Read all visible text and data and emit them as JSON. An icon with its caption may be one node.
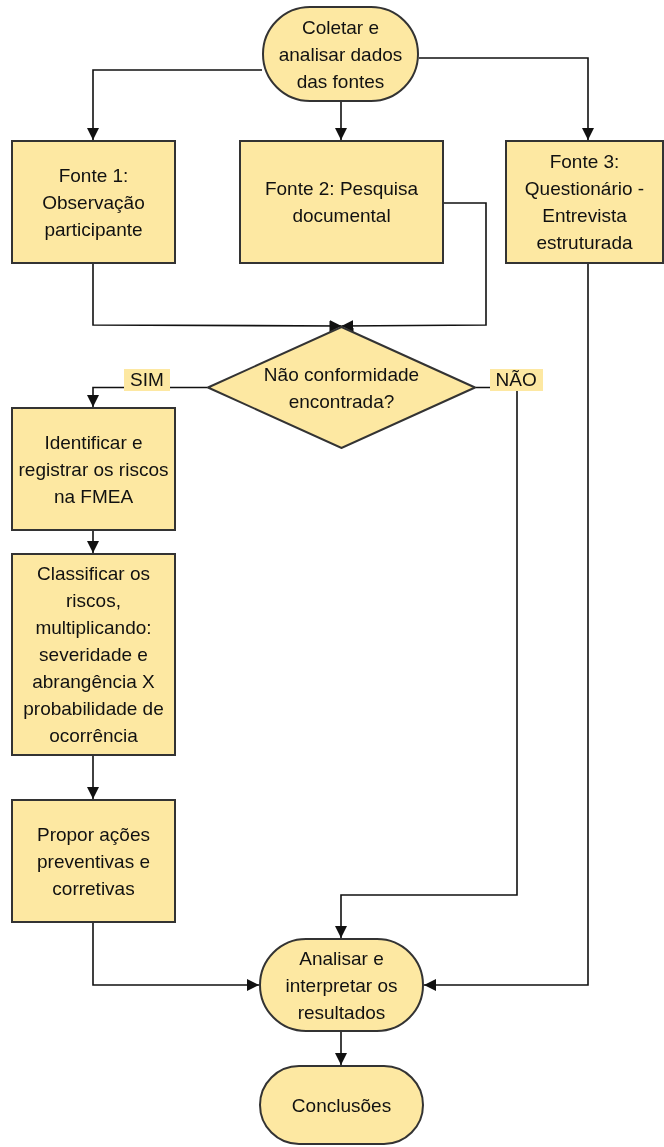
{
  "diagram": {
    "nodes": [
      {
        "text": [
          "Coletar e analisar dados das fontes"
        ]
      },
      {
        "text": [
          "Fonte 1: Observação participante"
        ]
      },
      {
        "text": [
          "Fonte 2: Pesquisa documental"
        ]
      },
      {
        "text": [
          "Fonte 3: Questionário - Entrevista estruturada"
        ]
      },
      {
        "text": [
          "Não conformidade encontrada?"
        ]
      },
      {
        "text": [
          "Identificar e registrar os riscos na FMEA"
        ]
      },
      {
        "text": [
          "Classificar os riscos, multiplicando: severidade e abrangência X probabilidade de ocorrência"
        ]
      },
      {
        "text": [
          "Propor ações preventivas e corretivas"
        ]
      },
      {
        "text": [
          "Analisar e interpretar os resultados"
        ]
      },
      {
        "text": [
          "Conclusões"
        ]
      }
    ],
    "edges": [
      {
        "from": 0,
        "to": 1,
        "arrow": "to"
      },
      {
        "from": 0,
        "to": 2,
        "arrow": "to"
      },
      {
        "from": 0,
        "to": 3,
        "arrow": "to"
      },
      {
        "from": 1,
        "to": 4,
        "arrow": "to"
      },
      {
        "from": 2,
        "to": 4,
        "arrow": "to"
      },
      {
        "from": 4,
        "to": 5,
        "arrow": "to",
        "label": "SIM"
      },
      {
        "from": 4,
        "to": 8,
        "arrow": "to",
        "label": "NÃO"
      },
      {
        "from": 3,
        "to": 8,
        "arrow": "to"
      },
      {
        "from": 5,
        "to": 6,
        "arrow": "to"
      },
      {
        "from": 6,
        "to": 7,
        "arrow": "to"
      },
      {
        "from": 7,
        "to": 8,
        "arrow": "to"
      },
      {
        "from": 8,
        "to": 9,
        "arrow": "to"
      }
    ]
  }
}
